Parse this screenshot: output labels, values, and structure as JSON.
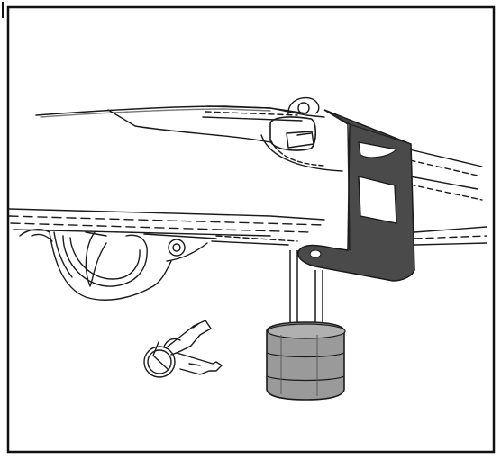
{
  "illustration": {
    "colors": {
      "ink": "#1a1a1a",
      "paper": "#ffffff",
      "bracket": "#4a4a4a",
      "padlock": "#9a9a9a",
      "frame": "#111111"
    },
    "icons": [
      "firearm-receiver-outline",
      "trigger-guard",
      "lock-bracket",
      "padlock",
      "key-ring",
      "keys"
    ]
  }
}
